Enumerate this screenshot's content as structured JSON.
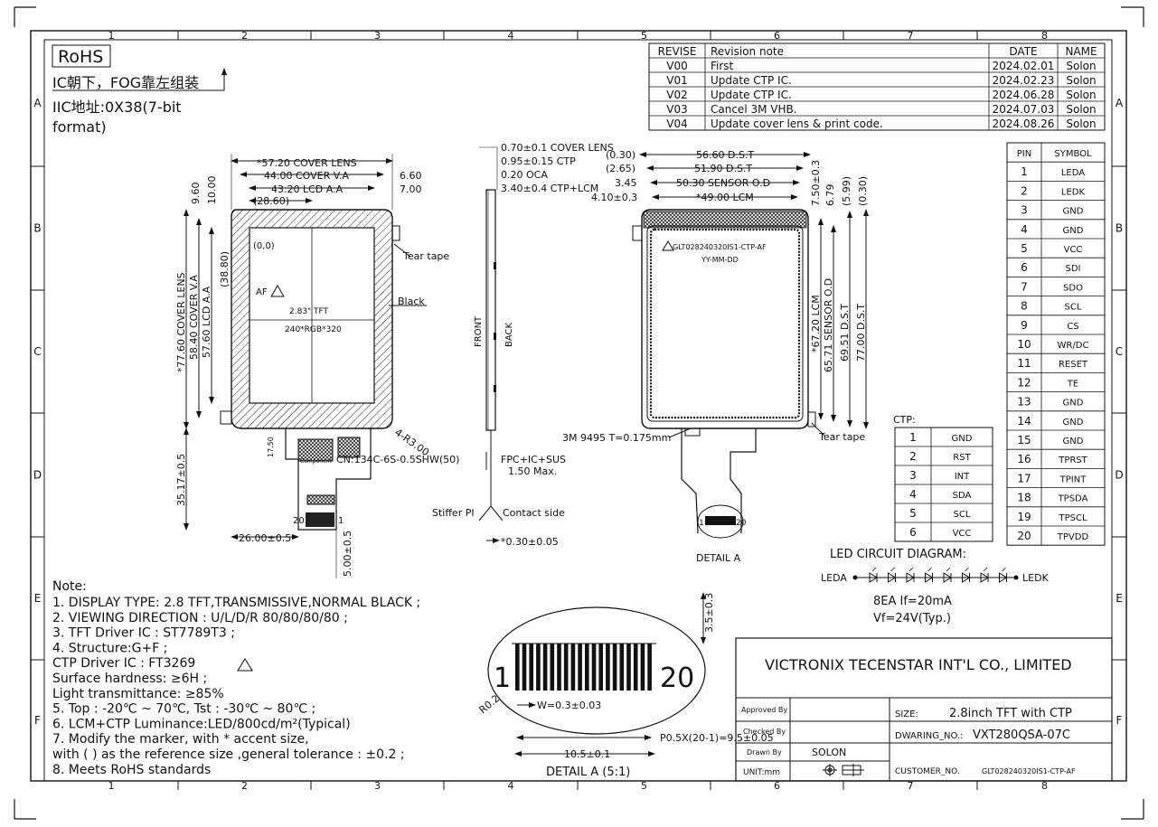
{
  "frame": {
    "cols": [
      "1",
      "2",
      "3",
      "4",
      "5",
      "6",
      "7",
      "8"
    ],
    "rows": [
      "A",
      "B",
      "C",
      "D",
      "E",
      "F"
    ]
  },
  "header": {
    "rohs": "RoHS",
    "assembly_note": "IC朝下，FOG靠左组装",
    "iic_line1": "IIC地址:0X38(7-bit",
    "iic_line2": "format)"
  },
  "revisions": {
    "headers": [
      "REVISE",
      "Revision note",
      "DATE",
      "NAME"
    ],
    "rows": [
      [
        "V00",
        "First",
        "2024.02.01",
        "Solon"
      ],
      [
        "V01",
        "Update CTP IC.",
        "2024.02.23",
        "Solon"
      ],
      [
        "V02",
        "Update CTP IC.",
        "2024.06.28",
        "Solon"
      ],
      [
        "V03",
        "Cancel 3M VHB.",
        "2024.07.03",
        "Solon"
      ],
      [
        "V04",
        "Update cover lens & print code.",
        "2024.08.26",
        "Solon"
      ]
    ]
  },
  "pins": {
    "headers": [
      "PIN",
      "SYMBOL"
    ],
    "rows": [
      [
        "1",
        "LEDA"
      ],
      [
        "2",
        "LEDK"
      ],
      [
        "3",
        "GND"
      ],
      [
        "4",
        "GND"
      ],
      [
        "5",
        "VCC"
      ],
      [
        "6",
        "SDI"
      ],
      [
        "7",
        "SDO"
      ],
      [
        "8",
        "SCL"
      ],
      [
        "9",
        "CS"
      ],
      [
        "10",
        "WR/DC"
      ],
      [
        "11",
        "RESET"
      ],
      [
        "12",
        "TE"
      ],
      [
        "13",
        "GND"
      ],
      [
        "14",
        "GND"
      ],
      [
        "15",
        "GND"
      ],
      [
        "16",
        "TPRST"
      ],
      [
        "17",
        "TPINT"
      ],
      [
        "18",
        "TPSDA"
      ],
      [
        "19",
        "TPSCL"
      ],
      [
        "20",
        "TPVDD"
      ]
    ]
  },
  "ctp": {
    "label": "CTP:",
    "rows": [
      [
        "1",
        "GND"
      ],
      [
        "2",
        "RST"
      ],
      [
        "3",
        "INT"
      ],
      [
        "4",
        "SDA"
      ],
      [
        "5",
        "SCL"
      ],
      [
        "6",
        "VCC"
      ]
    ]
  },
  "led": {
    "title": "LED CIRCUIT DIAGRAM:",
    "leda": "LEDA",
    "ledk": "LEDK",
    "spec1": "8EA   If=20mA",
    "spec2": "Vf=24V(Typ.)"
  },
  "front_view": {
    "cover_lens_w": "*57.20 COVER LENS",
    "cover_va_w": "44.00 COVER V.A",
    "lcd_aa_w": "43.20 LCD A.A",
    "w_2860": "(28.60)",
    "r660": "6.60",
    "r700": "7.00",
    "d960": "9.60",
    "d1000": "10.00",
    "origin": "(0,0)",
    "h3880": "(38.80)",
    "af": "AF",
    "tft": "2.83\" TFT",
    "res": "240*RGB*320",
    "tear_tape": "Tear tape",
    "black": "Black",
    "cover_lens_h": "*77.60 COVER LENS",
    "cover_va_h": "58.40 COVER V.A",
    "lcd_aa_h": "57.60 LCD A.A",
    "radius": "4-R3.00",
    "connector": "CN:134C-6S-0.5SHW(50)",
    "d1750": "17.50",
    "d3517": "35.17±0.5",
    "d2600": "26.00±0.5",
    "d500": "5.00±0.5",
    "pin20": "20",
    "pin1": "1",
    "component": "Component"
  },
  "side_view": {
    "cover": "0.70±0.1 COVER LENS",
    "ctp": "0.95±0.15 CTP",
    "oca": "0.20 OCA",
    "ctp_lcm": "3.40±0.4 CTP+LCM",
    "front": "FRONT",
    "back": "BACK",
    "fpc": "FPC+IC+SUS",
    "fpc_max": "1.50 Max.",
    "stiffer": "Stiffer PI",
    "contact": "Contact side",
    "thk": "*0.30±0.05"
  },
  "back_view": {
    "l030": "(0.30)",
    "l265": "(2.65)",
    "l345": "3.45",
    "l410": "4.10±0.3",
    "dst_w": "56.60 D.S.T",
    "dst2_w": "51.90 D.S.T",
    "sensor_w": "50.30 SENSOR O.D",
    "lcm_w": "*49.00 LCM",
    "r750": "7.50±0.3",
    "r679": "6.79",
    "r599": "(5.99)",
    "r030": "(0.30)",
    "code": "GLT028240320IS1-CTP-AF",
    "date_code": "YY-MM-DD",
    "h_lcm": "*67.20 LCM",
    "h_sensor": "65.71 SENSOR O.D",
    "h_dst1": "69.51 D.S.T",
    "h_dst2": "77.00 D.S.T",
    "tape3m": "3M 9495 T=0.175mm",
    "tear_tape": "Tear tape",
    "detail_a": "DETAIL A",
    "p1": "1",
    "p20": "20"
  },
  "notes": {
    "title": "Note:",
    "lines": [
      "1. DISPLAY TYPE: 2.8 TFT,TRANSMISSIVE,NORMAL BLACK  ;",
      "2. VIEWING DIRECTION : U/L/D/R 80/80/80/80 ;",
      "3. TFT Driver IC : ST7789T3  ;",
      "4. Structure:G+F  ;",
      "   CTP Driver IC : FT3269",
      "   Surface hardness: ≥6H  ;",
      "   Light transmittance: ≥85%",
      "5. Top : -20℃ ~ 70℃, Tst : -30℃ ~ 80℃ ;",
      "6. LCM+CTP Luminance:LED/800cd/m²(Typical)",
      "7.    Modify the marker, with * accent size,",
      "   with ( ) as the reference size ,general tolerance : ±0.2 ;",
      "8. Meets RoHS standards"
    ]
  },
  "detail": {
    "label": "DETAIL A (5:1)",
    "p1": "1",
    "p20": "20",
    "h35": "3.5±0.3",
    "r02": "R0.2",
    "w": "W=0.3±0.03",
    "pitch": "P0.5X(20-1)=9.5±0.05",
    "total": "10.5±0.1"
  },
  "title_block": {
    "company": "VICTRONIX TECENSTAR INT'L CO., LIMITED",
    "approved": "Approved By",
    "checked": "Checked By",
    "drawn": "Drawn By",
    "drawn_name": "SOLON",
    "unit": "UNIT:mm",
    "size_label": "SIZE:",
    "size_value": "2.8inch TFT with CTP",
    "dwg_label": "DWARING_NO.:",
    "dwg_value": "VXT280QSA-07C",
    "cust_label": "CUSTOMER_NO.",
    "cust_value": "GLT028240320IS1-CTP-AF"
  }
}
